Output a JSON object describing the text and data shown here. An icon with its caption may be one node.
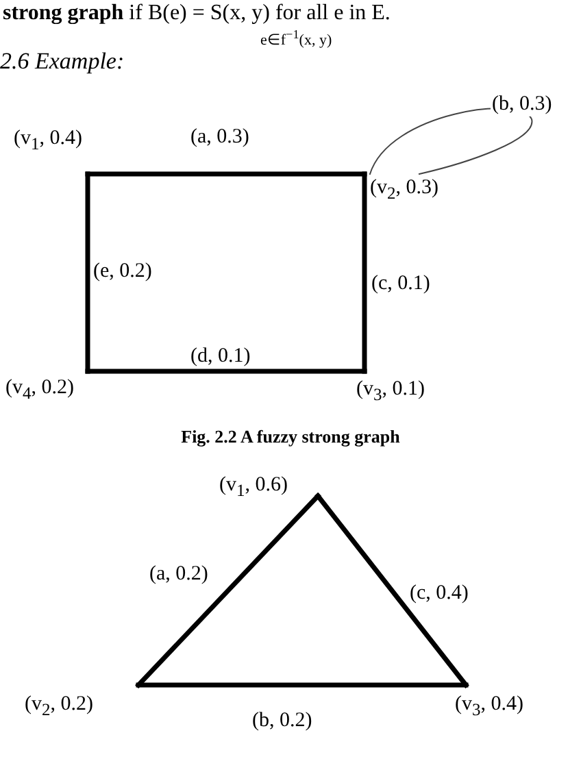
{
  "diagram": {
    "caption": "Fig. 2.2 A fuzzy strong graph",
    "nodes": [
      {
        "text": [
          "(v$_{1}$, 0.4)"
        ]
      },
      {
        "text": [
          "(v$_{2}$, 0.3)"
        ]
      },
      {
        "text": [
          "(v$_{3}$, 0.1)"
        ]
      },
      {
        "text": [
          "(v$_{4}$, 0.2)"
        ]
      },
      {
        "text": [
          "(v$_{1}$, 0.6)"
        ]
      },
      {
        "text": [
          "(v$_{2}$, 0.2)"
        ]
      },
      {
        "text": [
          "(v$_{3}$, 0.4)"
        ]
      }
    ],
    "edges": [
      {
        "from": 0,
        "to": 1,
        "arrow": "none",
        "label": "(a, 0.3)"
      },
      {
        "from": 1,
        "to": 1,
        "arrow": "none",
        "label": "(b, 0.3)"
      },
      {
        "from": 1,
        "to": 2,
        "arrow": "none",
        "label": "(c, 0.1)"
      },
      {
        "from": 3,
        "to": 2,
        "arrow": "none",
        "label": "(d, 0.1)"
      },
      {
        "from": 0,
        "to": 3,
        "arrow": "none",
        "label": "(e, 0.2)"
      },
      {
        "from": 4,
        "to": 5,
        "arrow": "none",
        "label": "(a, 0.2)"
      },
      {
        "from": 5,
        "to": 6,
        "arrow": "none",
        "label": "(b, 0.2)"
      },
      {
        "from": 4,
        "to": 6,
        "arrow": "none",
        "label": "(c, 0.4)"
      }
    ],
    "labels": [
      "**strong graph** if B(e) = S(x, y) for all e in E.",
      "e∈f$^{−1}$(x, y)",
      "2.6 Example:"
    ]
  }
}
